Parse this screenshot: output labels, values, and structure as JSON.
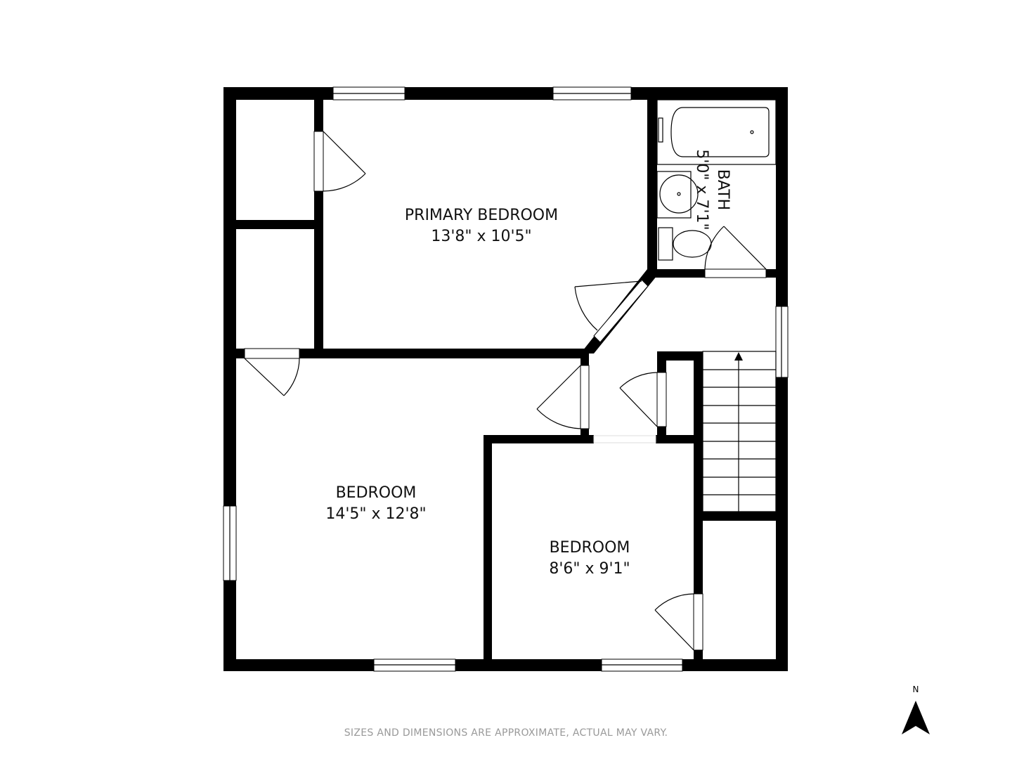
{
  "rooms": [
    {
      "name": "PRIMARY BEDROOM",
      "size": "13'8\" x 10'5\""
    },
    {
      "name": "BEDROOM",
      "size": "14'5\" x 12'8\""
    },
    {
      "name": "BEDROOM",
      "size": "8'6\" x 9'1\""
    },
    {
      "name": "BATH",
      "size": "5'0\" x 7'1\""
    }
  ],
  "compass": {
    "label": "N"
  },
  "disclaimer": "SIZES AND DIMENSIONS ARE APPROXIMATE, ACTUAL MAY VARY.",
  "colors": {
    "wall": "#000000",
    "background": "#ffffff",
    "disclaimer": "#999999"
  }
}
